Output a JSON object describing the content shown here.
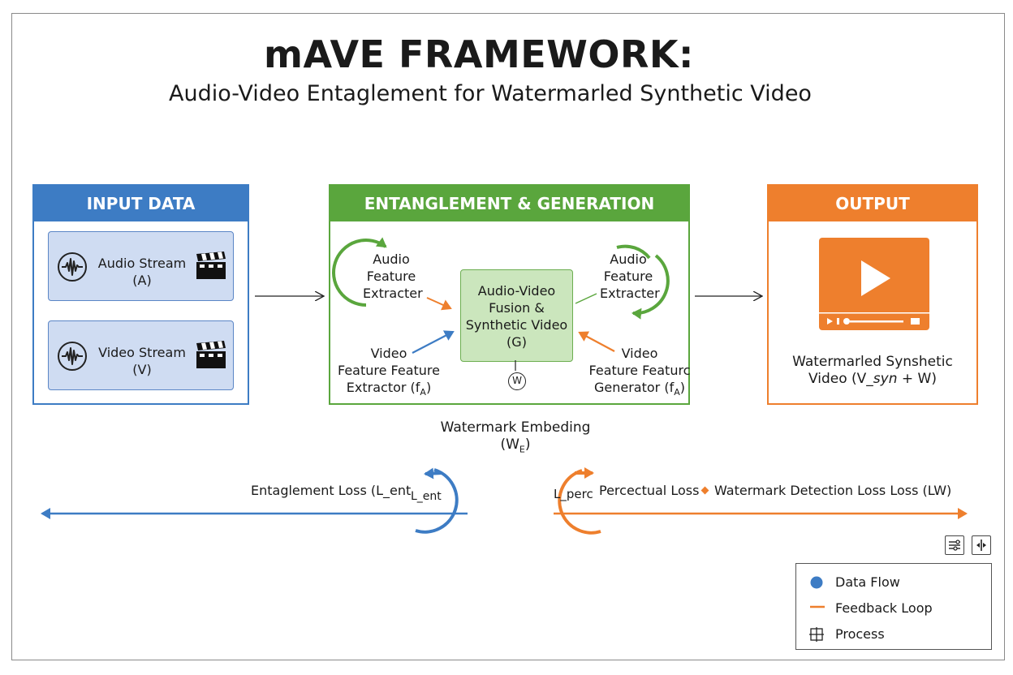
{
  "header": {
    "title": "mAVE FRAMEWORK:",
    "subtitle": "Audio-Video Entaglement for Watermarled Synthetic Video"
  },
  "input_panel": {
    "title": "INPUT DATA",
    "audio_stream": {
      "line1": "Audio Stream",
      "line2": "(A)"
    },
    "video_stream": {
      "line1": "Video Stream",
      "line2": "(V)"
    }
  },
  "entanglement_panel": {
    "title": "ENTANGLEMENT & GENERATION",
    "left_audio": {
      "line1": "Audio",
      "line2": "Feature",
      "line3": "Extracter"
    },
    "right_audio": {
      "line1": "Audio",
      "line2": "Feature",
      "line3": "Extracter"
    },
    "fusion": {
      "line1": "Audio-Video",
      "line2": "Fusion &",
      "line3": "Synthetic Video",
      "line4": "(G)"
    },
    "left_video": {
      "line1": "Video",
      "line2": "Feature Feature",
      "line3_prefix": "Extractor (f",
      "line3_sub": "A",
      "line3_suffix": ")"
    },
    "right_video": {
      "line1": "Video",
      "line2": "Feature Featurc",
      "line3_prefix": "Generator (f",
      "line3_sub": "A",
      "line3_suffix": ")"
    },
    "w_node": "W"
  },
  "output_panel": {
    "title": "OUTPUT",
    "line1": "Watermarled Synshetic",
    "line2_prefix": "Video (V_",
    "line2_italic": "syn",
    "line2_suffix": " + W)"
  },
  "watermark_embedding": {
    "line1": "Watermark Embeding",
    "line2_prefix": "(W",
    "line2_sub": "E",
    "line2_suffix": ")"
  },
  "losses": {
    "entanglement_label": "Entaglement Loss (L_ent",
    "entanglement_small": "L_ent",
    "perceptual_small": "L_perc",
    "perceptual_label": "Percectual Loss",
    "watermark_label": "Watermark Detection Loss Loss (LW)"
  },
  "legend": {
    "data_flow": "Data Flow",
    "feedback_loop": "Feedback Loop",
    "process": "Process"
  },
  "colors": {
    "blue": "#3d7cc4",
    "green": "#5aa63d",
    "orange": "#ee7f2d"
  }
}
